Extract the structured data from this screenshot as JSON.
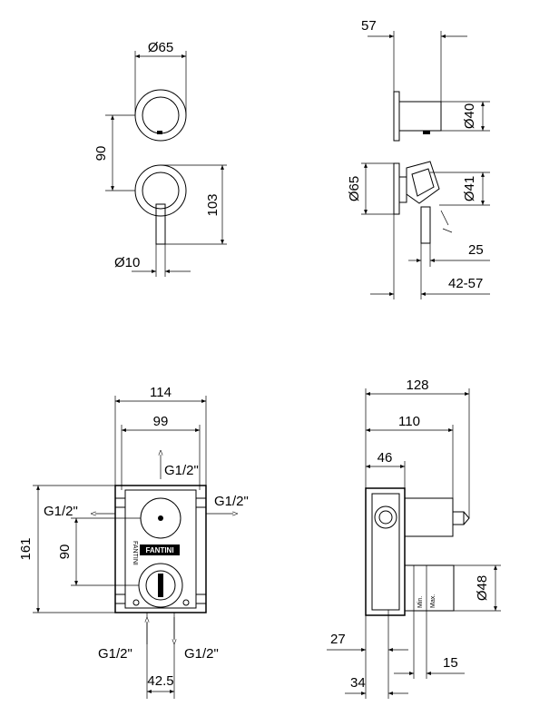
{
  "dimensions": {
    "d65_top": "Ø65",
    "v90_front": "90",
    "v103": "103",
    "d10": "Ø10",
    "h57": "57",
    "d40": "Ø40",
    "d65_side": "Ø65",
    "d41": "Ø41",
    "h25": "25",
    "h42_57": "42-57",
    "w114": "114",
    "w99": "99",
    "v161": "161",
    "v90_box": "90",
    "w42_5": "42.5",
    "w128": "128",
    "w110": "110",
    "w46": "46",
    "d48": "Ø48",
    "w27": "27",
    "w34": "34",
    "w15": "15"
  },
  "ports": {
    "top": "G1/2\"",
    "left": "G1/2\"",
    "right": "G1/2\"",
    "bottom_left": "G1/2\"",
    "bottom_right": "G1/2\""
  },
  "labels": {
    "brand": "FANTINI",
    "side_text": "FANTINI",
    "min": "Min.",
    "max": "Max."
  }
}
